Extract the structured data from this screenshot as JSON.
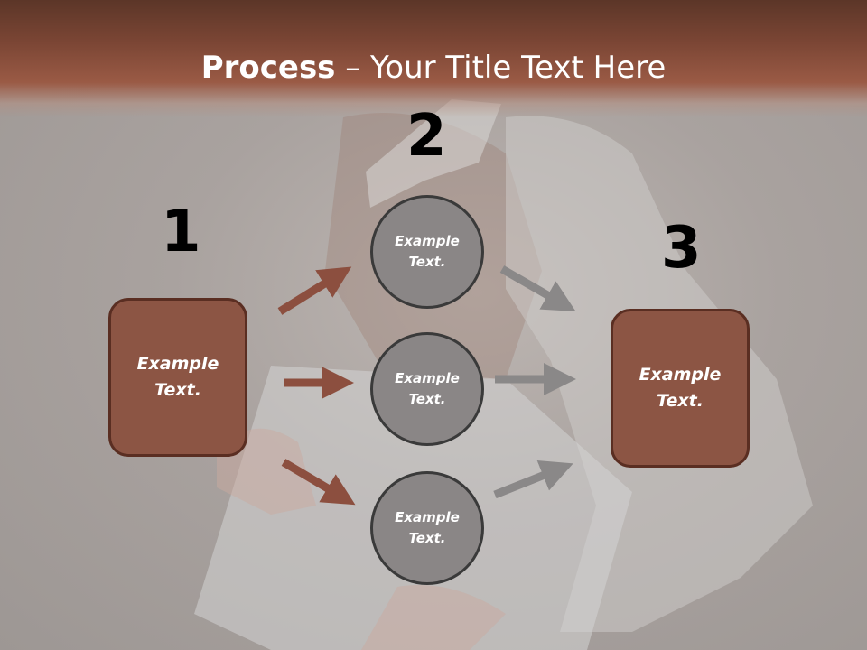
{
  "title": {
    "strong": "Process",
    "rest": " – Your Title Text Here"
  },
  "steps": [
    {
      "number": "1",
      "text": "Example Text."
    },
    {
      "number": "2",
      "text": "Example Text."
    },
    {
      "number": "3",
      "text": "Example Text."
    }
  ],
  "circles": [
    {
      "text": "Example Text."
    },
    {
      "text": "Example Text."
    },
    {
      "text": "Example Text."
    }
  ],
  "colors": {
    "header": "#7a4534",
    "box_fill": "#8c5544",
    "box_border": "#5a2e22",
    "circle_fill": "#8a8686",
    "arrow_left": "#8c4f3f",
    "arrow_right": "#8a8888"
  }
}
